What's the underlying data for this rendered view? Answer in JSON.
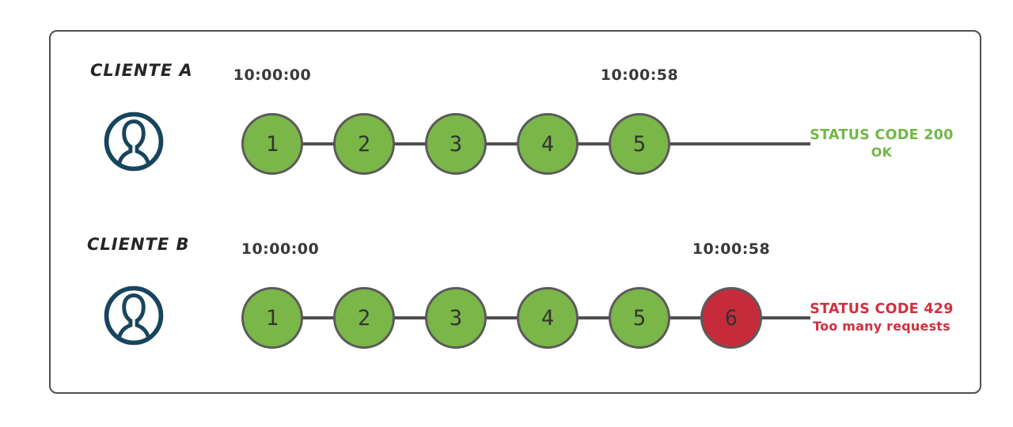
{
  "colors": {
    "success_green": "#7ab648",
    "error_red": "#c62b3b",
    "status_green_text": "#6fb844",
    "status_red_text": "#d32e3e",
    "avatar_navy": "#17455e",
    "line_gray": "#4f4f4f"
  },
  "clients": [
    {
      "name": "CLIENTE A",
      "start_time": "10:00:00",
      "end_time": "10:00:58",
      "requests": [
        {
          "label": "1",
          "state": "success"
        },
        {
          "label": "2",
          "state": "success"
        },
        {
          "label": "3",
          "state": "success"
        },
        {
          "label": "4",
          "state": "success"
        },
        {
          "label": "5",
          "state": "success"
        }
      ],
      "status_line1": "STATUS CODE 200",
      "status_line2": "OK",
      "status_color": "#6fb844"
    },
    {
      "name": "CLIENTE B",
      "start_time": "10:00:00",
      "end_time": "10:00:58",
      "requests": [
        {
          "label": "1",
          "state": "success"
        },
        {
          "label": "2",
          "state": "success"
        },
        {
          "label": "3",
          "state": "success"
        },
        {
          "label": "4",
          "state": "success"
        },
        {
          "label": "5",
          "state": "success"
        },
        {
          "label": "6",
          "state": "rejected"
        }
      ],
      "status_line1": "STATUS CODE 429",
      "status_line2": "Too many requests",
      "status_color": "#d32e3e"
    }
  ]
}
